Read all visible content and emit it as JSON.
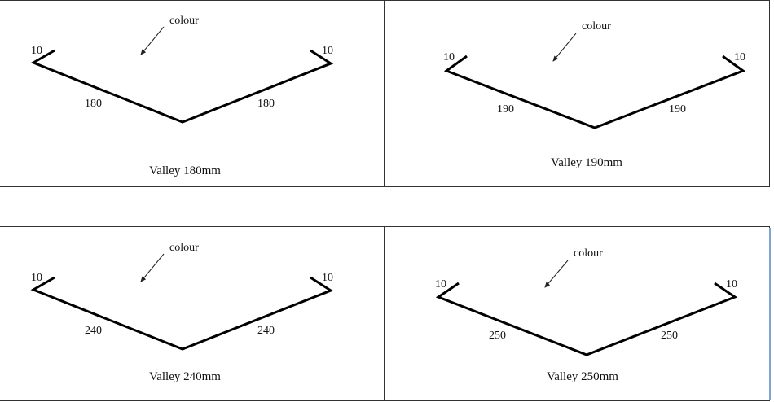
{
  "panels": [
    {
      "caption": "Valley 180mm",
      "note": "colour",
      "flange_left": "10",
      "flange_right": "10",
      "side_left": "180",
      "side_right": "180"
    },
    {
      "caption": "Valley 190mm",
      "note": "colour",
      "flange_left": "10",
      "flange_right": "10",
      "side_left": "190",
      "side_right": "190"
    },
    {
      "caption": "Valley 240mm",
      "note": "colour",
      "flange_left": "10",
      "flange_right": "10",
      "side_left": "240",
      "side_right": "240"
    },
    {
      "caption": "Valley 250mm",
      "note": "colour",
      "flange_left": "10",
      "flange_right": "10",
      "side_left": "250",
      "side_right": "250"
    }
  ]
}
